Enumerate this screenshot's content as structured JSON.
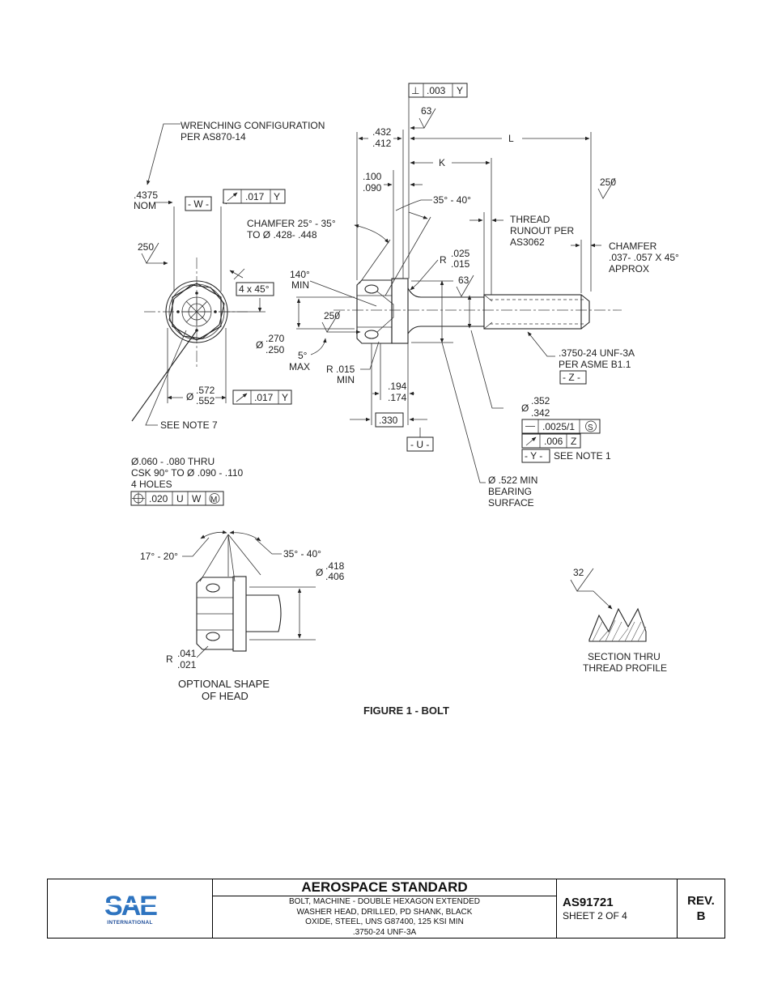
{
  "figure": {
    "caption": "FIGURE 1 - BOLT",
    "top_fcf": {
      "symbol": "⊥",
      "tolerance": ".003",
      "datum": "Y"
    },
    "finish_63_top": "63",
    "finish_250_right": "250",
    "finish_250_left": "250",
    "finish_63_mid": "63",
    "finish_250_mid": "250",
    "finish_32": "32",
    "wrenching": [
      "WRENCHING CONFIGURATION",
      "PER  AS870-14"
    ],
    "across_flats": [
      ".4375",
      "NOM"
    ],
    "datum_w": "- W -",
    "fcf_017_y_top": {
      "tolerance": ".017",
      "datum": "Y"
    },
    "chamfer_head": [
      "CHAMFER 25° - 35°",
      "TO Ø .428- .448"
    ],
    "min_140": [
      "140°",
      "MIN"
    ],
    "chamfer_4x45": "4 x 45°",
    "dia_270": [
      "Ø",
      ".270",
      ".250"
    ],
    "max_5": [
      "5°",
      "MAX"
    ],
    "r_015": [
      "R .015",
      "MIN"
    ],
    "dia_572": [
      "Ø",
      ".572",
      ".552"
    ],
    "fcf_017_y_bottom": {
      "tolerance": ".017",
      "datum": "Y"
    },
    "see_note_7": "SEE NOTE 7",
    "holes": [
      "Ø.060 - .080 THRU",
      "CSK 90° TO   Ø .090 - .110",
      "4 HOLES"
    ],
    "fcf_position": {
      "tolerance": ".020",
      "datum1": "U",
      "datum2": "W",
      "modifier": "M"
    },
    "dim_432": [
      ".432",
      ".412"
    ],
    "dim_100": [
      ".100",
      ".090"
    ],
    "angle_35_40": "35° - 40°",
    "label_l": "L",
    "label_k": "K",
    "r_025": [
      "R",
      ".025",
      ".015"
    ],
    "thread_runout": [
      "THREAD",
      "RUNOUT PER",
      "AS3062"
    ],
    "chamfer_tip": [
      "CHAMFER",
      ".037- .057 X 45°",
      "APPROX"
    ],
    "dim_194": [
      ".194",
      ".174"
    ],
    "dim_330": ".330",
    "datum_u": "- U -",
    "thread_spec": [
      ".3750-24 UNF-3A",
      "PER ASME B1.1"
    ],
    "datum_z": "- Z -",
    "dia_352": [
      "Ø",
      ".352",
      ".342"
    ],
    "fcf_0025": {
      "tolerance": ".0025/1",
      "modifier": "S"
    },
    "fcf_006_z": {
      "tolerance": ".006",
      "datum": "Z"
    },
    "datum_y": "- Y -",
    "see_note_1": "SEE NOTE 1",
    "bearing": [
      "Ø .522 MIN",
      "BEARING",
      "SURFACE"
    ],
    "angle_17_20": "17° - 20°",
    "angle_35_40_b": "35° - 40°",
    "dia_418": [
      "Ø",
      ".418",
      ".406"
    ],
    "r_041": [
      "R",
      ".041",
      ".021"
    ],
    "optional_shape": [
      "OPTIONAL SHAPE",
      "OF HEAD"
    ],
    "section_thru": [
      "SECTION THRU",
      "THREAD PROFILE"
    ]
  },
  "title_block": {
    "logo_text": "SAE",
    "logo_sub": "INTERNATIONAL",
    "heading": "AEROSPACE STANDARD",
    "description": [
      "BOLT, MACHINE - DOUBLE HEXAGON EXTENDED",
      "WASHER HEAD, DRILLED, PD SHANK, BLACK",
      "OXIDE, STEEL, UNS G87400, 125 KSI MIN",
      ".3750-24 UNF-3A"
    ],
    "doc_number": "AS91721",
    "sheet": "SHEET 2 OF 4",
    "rev_label": "REV.",
    "rev_value": "B"
  },
  "colors": {
    "logo_blue": "#1f4e9a",
    "logo_light": "#2e74c0"
  }
}
